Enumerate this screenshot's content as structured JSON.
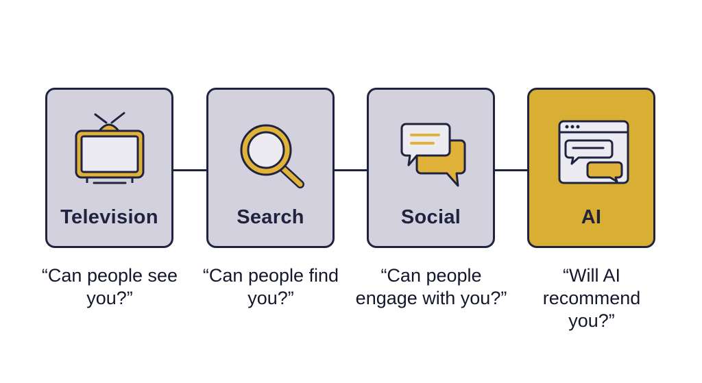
{
  "stages": [
    {
      "label": "Television",
      "caption": "“Can people see you?”",
      "icon": "television-icon"
    },
    {
      "label": "Search",
      "caption": "“Can people find you?”",
      "icon": "magnifier-icon"
    },
    {
      "label": "Social",
      "caption": "“Can people engage with you?”",
      "icon": "chat-bubbles-icon"
    },
    {
      "label": "AI",
      "caption": "“Will AI recommend you?”",
      "icon": "ai-chat-window-icon",
      "highlighted": true
    }
  ],
  "colors": {
    "card_fill": "#d3d1dd",
    "highlight_fill": "#d9af33",
    "outline": "#1f2340",
    "accent": "#e0b23a",
    "screen": "#ebebf1"
  }
}
